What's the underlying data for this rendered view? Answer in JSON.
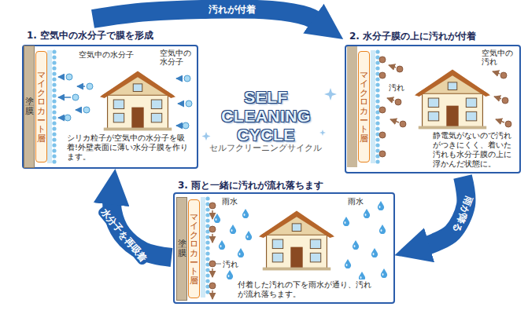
{
  "diagram": {
    "title": "SELF CLEANING CYCLE",
    "nodes": [
      {
        "text": [
          "1. 空気中の水分子で膜を形成",
          "シリカ粒子が空気中の水分子を吸着!外壁表面に薄い水分子膜を作ります。"
        ]
      },
      {
        "text": [
          "塗膜"
        ],
        "in": 0
      },
      {
        "text": [
          "マイクロカート層"
        ],
        "in": 0
      },
      {
        "text": [
          "2. 水分子膜の上に汚れが付着",
          "静電気がないので汚れがつきにくく、着いた汚れも水分子膜の上に浮かんだ状態に。"
        ]
      },
      {
        "text": [
          "マイクロカート層"
        ],
        "in": 3
      },
      {
        "text": [
          "3. 雨と一緒に汚れが流れ落ちます",
          "付着した汚れの下を雨水が通り、汚れが流れ落ちます。"
        ]
      },
      {
        "text": [
          "塗膜"
        ],
        "in": 5
      },
      {
        "text": [
          "マイクロカート層"
        ],
        "in": 5
      }
    ],
    "edges": [
      {
        "from": 0,
        "to": 3,
        "arrow": "to",
        "label": "汚れが付着"
      },
      {
        "from": 3,
        "to": 5,
        "arrow": "to",
        "label": "雨が降る"
      },
      {
        "from": 5,
        "to": 0,
        "arrow": "to",
        "label": "水分子を再吸着"
      }
    ],
    "labels": [
      "セルフクリーニングサイクル",
      "空気中の水分子",
      "空気中の 水分子",
      "空気中の 汚れ",
      "汚れ",
      "雨水",
      "雨水",
      "汚れ"
    ]
  }
}
